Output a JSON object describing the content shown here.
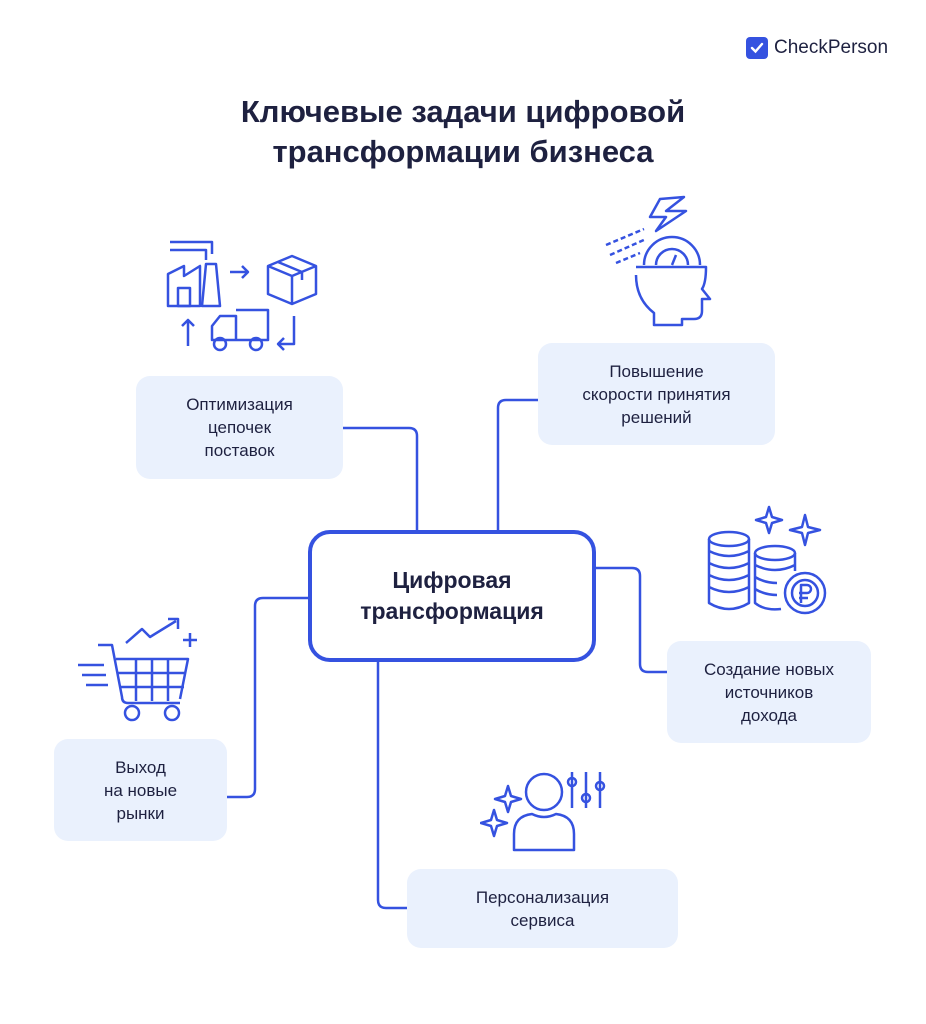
{
  "brand": {
    "name": "CheckPerson",
    "icon": "check-icon"
  },
  "title": {
    "line1": "Ключевые задачи цифровой",
    "line2": "трансформации бизнеса"
  },
  "center": {
    "line1": "Цифровая",
    "line2": "трансформация"
  },
  "nodes": [
    {
      "lines": [
        "Оптимизация",
        "цепочек",
        "поставок"
      ],
      "icon": "supply-chain-icon"
    },
    {
      "lines": [
        "Повышение",
        "скорости принятия",
        "решений"
      ],
      "icon": "fast-thinking-head-icon"
    },
    {
      "lines": [
        "Создание новых",
        "источников",
        "дохода"
      ],
      "icon": "coins-ruble-icon"
    },
    {
      "lines": [
        "Выход",
        "на новые",
        "рынки"
      ],
      "icon": "shopping-cart-growth-icon"
    },
    {
      "lines": [
        "Персонализация",
        "сервиса"
      ],
      "icon": "user-settings-icon"
    }
  ],
  "colors": {
    "accent": "#3552e0",
    "box": "#eaf1fd",
    "text": "#1e2140"
  }
}
